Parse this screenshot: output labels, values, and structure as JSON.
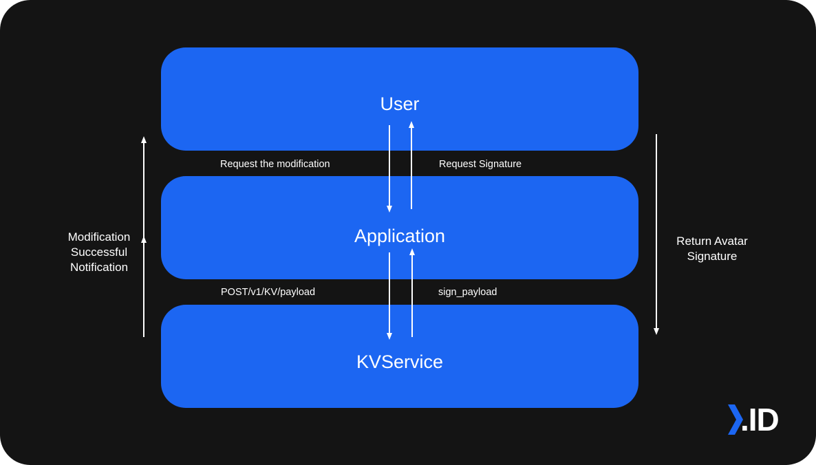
{
  "colors": {
    "background": "#141414",
    "node_fill": "#1c66f2",
    "text": "#ffffff",
    "arrow": "#ffffff",
    "logo_accent": "#1c66f2"
  },
  "nodes": {
    "user": "User",
    "application": "Application",
    "kvservice": "KVService"
  },
  "edges": {
    "request_modification": "Request the modification",
    "request_signature": "Request Signature",
    "post_payload": "POST/v1/KV/payload",
    "sign_payload": "sign_payload"
  },
  "side_labels": {
    "left": [
      "Modification",
      "Successful",
      "Notification"
    ],
    "right": [
      "Return Avatar",
      "Signature"
    ]
  },
  "logo": {
    "text": ".ID",
    "icon": "chevron-right-icon"
  }
}
